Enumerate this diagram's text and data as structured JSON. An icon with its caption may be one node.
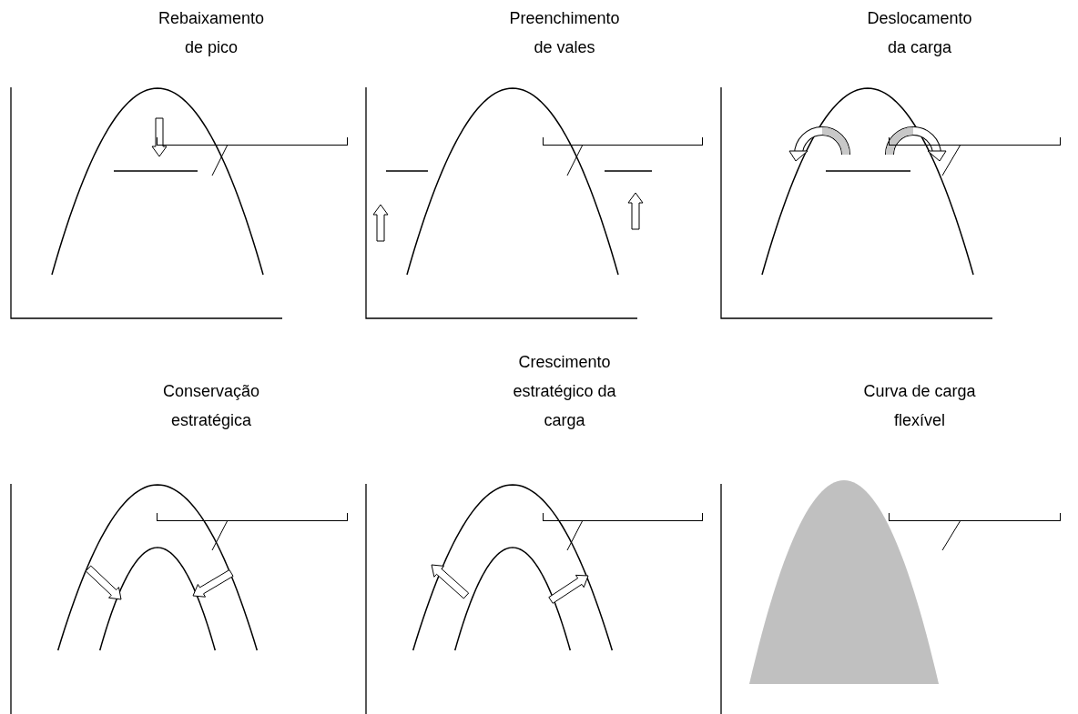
{
  "diagram": {
    "nodes": [
      {
        "text": [
          "Rebaixamento de pico"
        ]
      },
      {
        "text": [
          "Preenchimento de vales"
        ]
      },
      {
        "text": [
          "Deslocamento da carga"
        ]
      },
      {
        "text": [
          "Conservação estratégica"
        ]
      },
      {
        "text": [
          "Crescimento estratégico da carga"
        ]
      },
      {
        "text": [
          "Curva de carga flexível"
        ]
      }
    ],
    "edges": [
      {
        "from": 0,
        "to": null,
        "arrow": "none"
      },
      {
        "from": 1,
        "to": null,
        "arrow": "none"
      },
      {
        "from": 2,
        "to": null,
        "arrow": "none"
      },
      {
        "from": 3,
        "to": null,
        "arrow": "none"
      },
      {
        "from": 4,
        "to": null,
        "arrow": "none"
      },
      {
        "from": 5,
        "to": null,
        "arrow": "none"
      }
    ]
  }
}
